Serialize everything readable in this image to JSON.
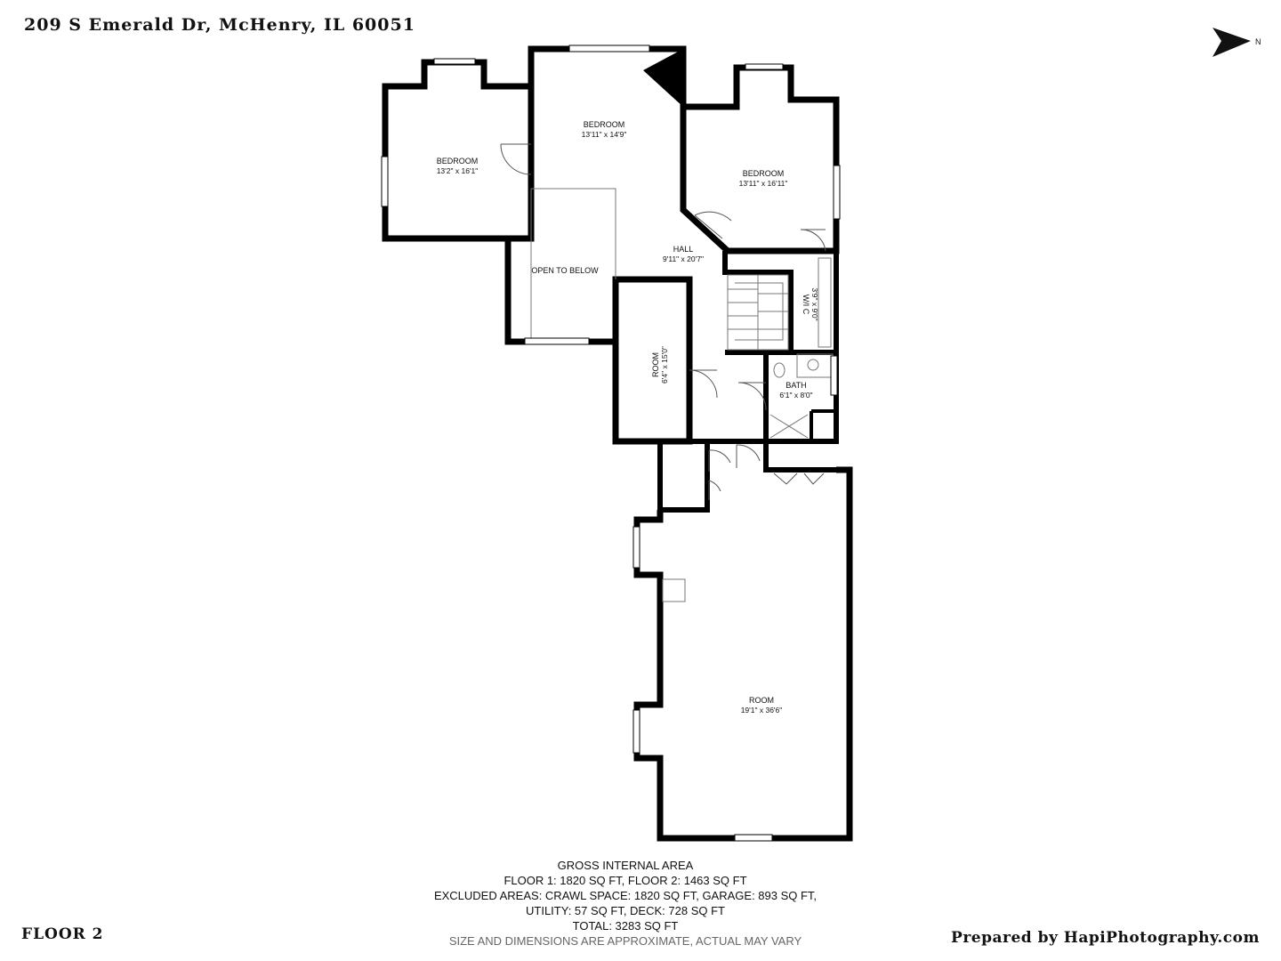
{
  "header": {
    "address": "209 S Emerald Dr, McHenry, IL  60051"
  },
  "compass": {
    "label": "N"
  },
  "rooms": [
    {
      "name": "BEDROOM",
      "dims": "13'2\" x 16'1\""
    },
    {
      "name": "BEDROOM",
      "dims": "13'11\" x 14'9\""
    },
    {
      "name": "BEDROOM",
      "dims": "13'11\" x 16'11\""
    },
    {
      "name": "HALL",
      "dims": "9'11\" x 20'7\""
    },
    {
      "name": "OPEN TO BELOW",
      "dims": ""
    },
    {
      "name": "W/I C",
      "dims": "3'9\" x 9'0\""
    },
    {
      "name": "ROOM",
      "dims": "6'4\" x 15'0\""
    },
    {
      "name": "BATH",
      "dims": "6'1\" x 8'0\""
    },
    {
      "name": "ROOM",
      "dims": "19'1\" x 36'6\""
    }
  ],
  "area": {
    "heading": "GROSS INTERNAL AREA",
    "line1": "FLOOR 1: 1820 SQ FT, FLOOR 2: 1463 SQ FT",
    "line2": "EXCLUDED AREAS: CRAWL SPACE: 1820 SQ FT, GARAGE: 893 SQ FT,",
    "line3": "UTILITY: 57 SQ FT, DECK: 728 SQ FT",
    "total": "TOTAL: 3283 SQ FT",
    "disclaimer": "SIZE AND DIMENSIONS ARE APPROXIMATE, ACTUAL MAY VARY"
  },
  "footer": {
    "floor": "FLOOR 2",
    "prepared_by": "Prepared by HapiPhotography.com"
  }
}
